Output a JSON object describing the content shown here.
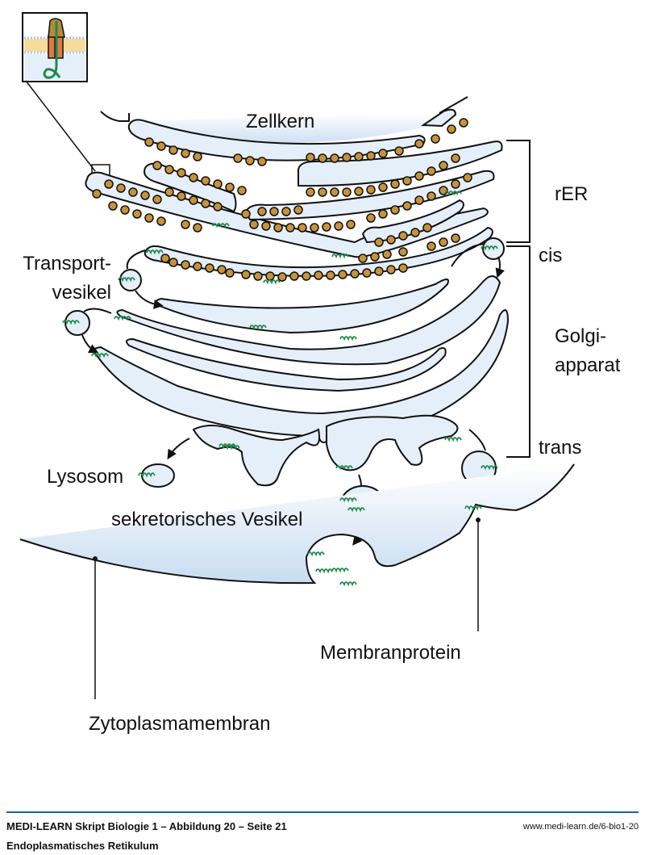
{
  "labels": {
    "nucleus": "Zellkern",
    "rer": "rER",
    "cis": "cis",
    "golgi_line1": "Golgi-",
    "golgi_line2": "apparat",
    "trans": "trans",
    "transport_line1": "Transport-",
    "transport_line2": "vesikel",
    "lysosome": "Lysosom",
    "secretory_vesicle": "sekretorisches Vesikel",
    "membrane_protein": "Membranprotein",
    "plasma_membrane": "Zytoplasmamembran"
  },
  "footer": {
    "title": "MEDI-LEARN Skript Biologie 1 – Abbildung 20 – Seite 21",
    "subtitle": "Endoplasmatisches Retikulum",
    "url": "www.medi-learn.de/6-bio1-20"
  },
  "colors": {
    "lumen_fill": "#e4eff9",
    "ribosome": "#c8923a",
    "protein": "#1e8a4a",
    "outline": "#111111",
    "accent_rule": "#1f5fae",
    "lipid": "#f5dc9a",
    "lipid_head": "#a9c4e6",
    "translocon_top": "#b5893a",
    "translocon_channel": "#e07a45"
  }
}
